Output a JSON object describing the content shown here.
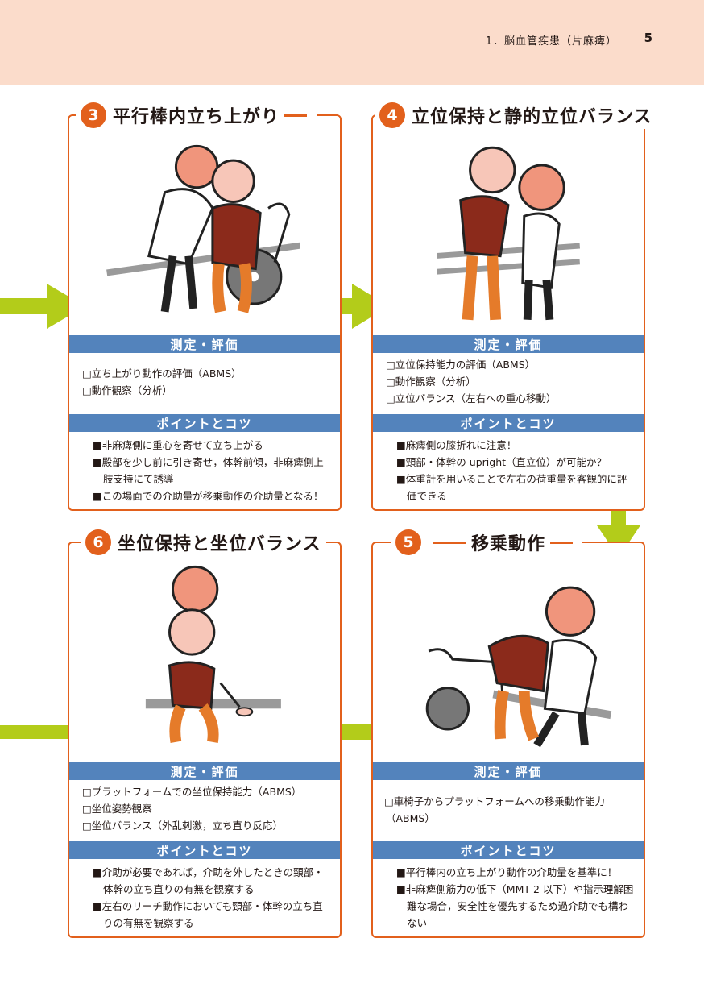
{
  "header": {
    "chapter": "1．脳血管疾患（片麻痺）",
    "page_number": "5"
  },
  "colors": {
    "accent": "#e2601c",
    "band": "#5383bc",
    "arrow": "#b3cc1a",
    "header_bg": "#fbdccb"
  },
  "cards": [
    {
      "number": "3",
      "title": "平行棒内立ち上がり",
      "eval_heading": "測定・評価",
      "eval_items": [
        "□立ち上がり動作の評価（ABMS）",
        "□動作観察（分析）"
      ],
      "points_heading": "ポイントとコツ",
      "points": [
        "■非麻痺側に重心を寄せて立ち上がる",
        "■殿部を少し前に引き寄せ，体幹前傾，非麻痺側上肢支持にて誘導",
        "■この場面での介助量が移乗動作の介助量となる！"
      ]
    },
    {
      "number": "4",
      "title": "立位保持と静的立位バランス",
      "eval_heading": "測定・評価",
      "eval_items": [
        "□立位保持能力の評価（ABMS）",
        "□動作観察（分析）",
        "□立位バランス（左右への重心移動）"
      ],
      "points_heading": "ポイントとコツ",
      "points": [
        "■麻痺側の膝折れに注意！",
        "■頸部・体幹の upright（直立位）が可能か？",
        "■体重計を用いることで左右の荷重量を客観的に評価できる"
      ]
    },
    {
      "number": "6",
      "title": "坐位保持と坐位バランス",
      "eval_heading": "測定・評価",
      "eval_items": [
        "□プラットフォームでの坐位保持能力（ABMS）",
        "□坐位姿勢観察",
        "□坐位バランス（外乱刺激，立ち直り反応）"
      ],
      "points_heading": "ポイントとコツ",
      "points": [
        "■介助が必要であれば，介助を外したときの頸部・体幹の立ち直りの有無を観察する",
        "■左右のリーチ動作においても頸部・体幹の立ち直りの有無を観察する"
      ]
    },
    {
      "number": "5",
      "title": "移乗動作",
      "eval_heading": "測定・評価",
      "eval_items": [
        "□車椅子からプラットフォームへの移乗動作能力（ABMS）"
      ],
      "points_heading": "ポイントとコツ",
      "points": [
        "■平行棒内の立ち上がり動作の介助量を基準に！",
        "■非麻痺側筋力の低下（MMT 2 以下）や指示理解困難な場合，安全性を優先するため過介助でも構わない"
      ]
    }
  ]
}
